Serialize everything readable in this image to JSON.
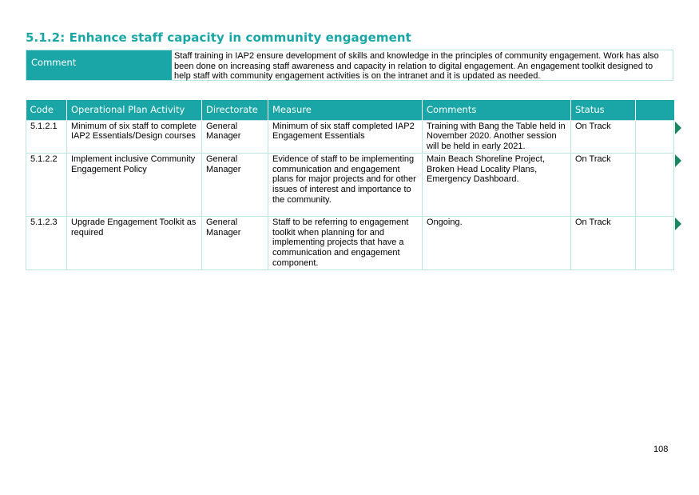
{
  "header": {
    "title": "5.1.2: Enhance staff capacity in community engagement"
  },
  "comment": {
    "label": "Comment",
    "text": "Staff training in IAP2 ensure development of skills and knowledge in the principles of community engagement. Work has also been done on increasing staff awareness and capacity in relation to digital engagement.  An engagement toolkit designed to help staff with community engagement activities is on the intranet and it is updated as needed."
  },
  "table": {
    "columns": [
      "Code",
      "Operational Plan Activity",
      "Directorate",
      "Measure",
      "Comments",
      "Status",
      ""
    ],
    "rows": [
      {
        "code": "5.1.2.1",
        "activity": "Minimum of six staff to complete IAP2 Essentials/Design courses",
        "directorate": "General Manager",
        "measure": "Minimum of six staff completed IAP2 Engagement Essentials",
        "comments": "Training with Bang the Table held in November 2020.   Another session will be held in early 2021.",
        "status": "On Track"
      },
      {
        "code": "5.1.2.2",
        "activity": "Implement inclusive Community Engagement Policy",
        "directorate": "General Manager",
        "measure": "Evidence of staff to be implementing communication and engagement plans for major projects and for other issues of interest and importance to the community.",
        "comments": "Main Beach Shoreline Project, Broken Head Locality Plans, Emergency Dashboard.",
        "status": "On Track"
      },
      {
        "code": "5.1.2.3",
        "activity": "Upgrade Engagement Toolkit as required",
        "directorate": "General Manager",
        "measure": "Staff to be referring to engagement toolkit when planning for and implementing projects that have a communication and engagement component.",
        "comments": "Ongoing.",
        "status": "On Track"
      }
    ]
  },
  "footer": {
    "page_number": "108"
  },
  "colors": {
    "accent": "#1aa6a6",
    "status_arrow": "#17875f",
    "border": "#bde3e3"
  },
  "icons": {
    "status_indicator": "play-arrow-icon"
  }
}
